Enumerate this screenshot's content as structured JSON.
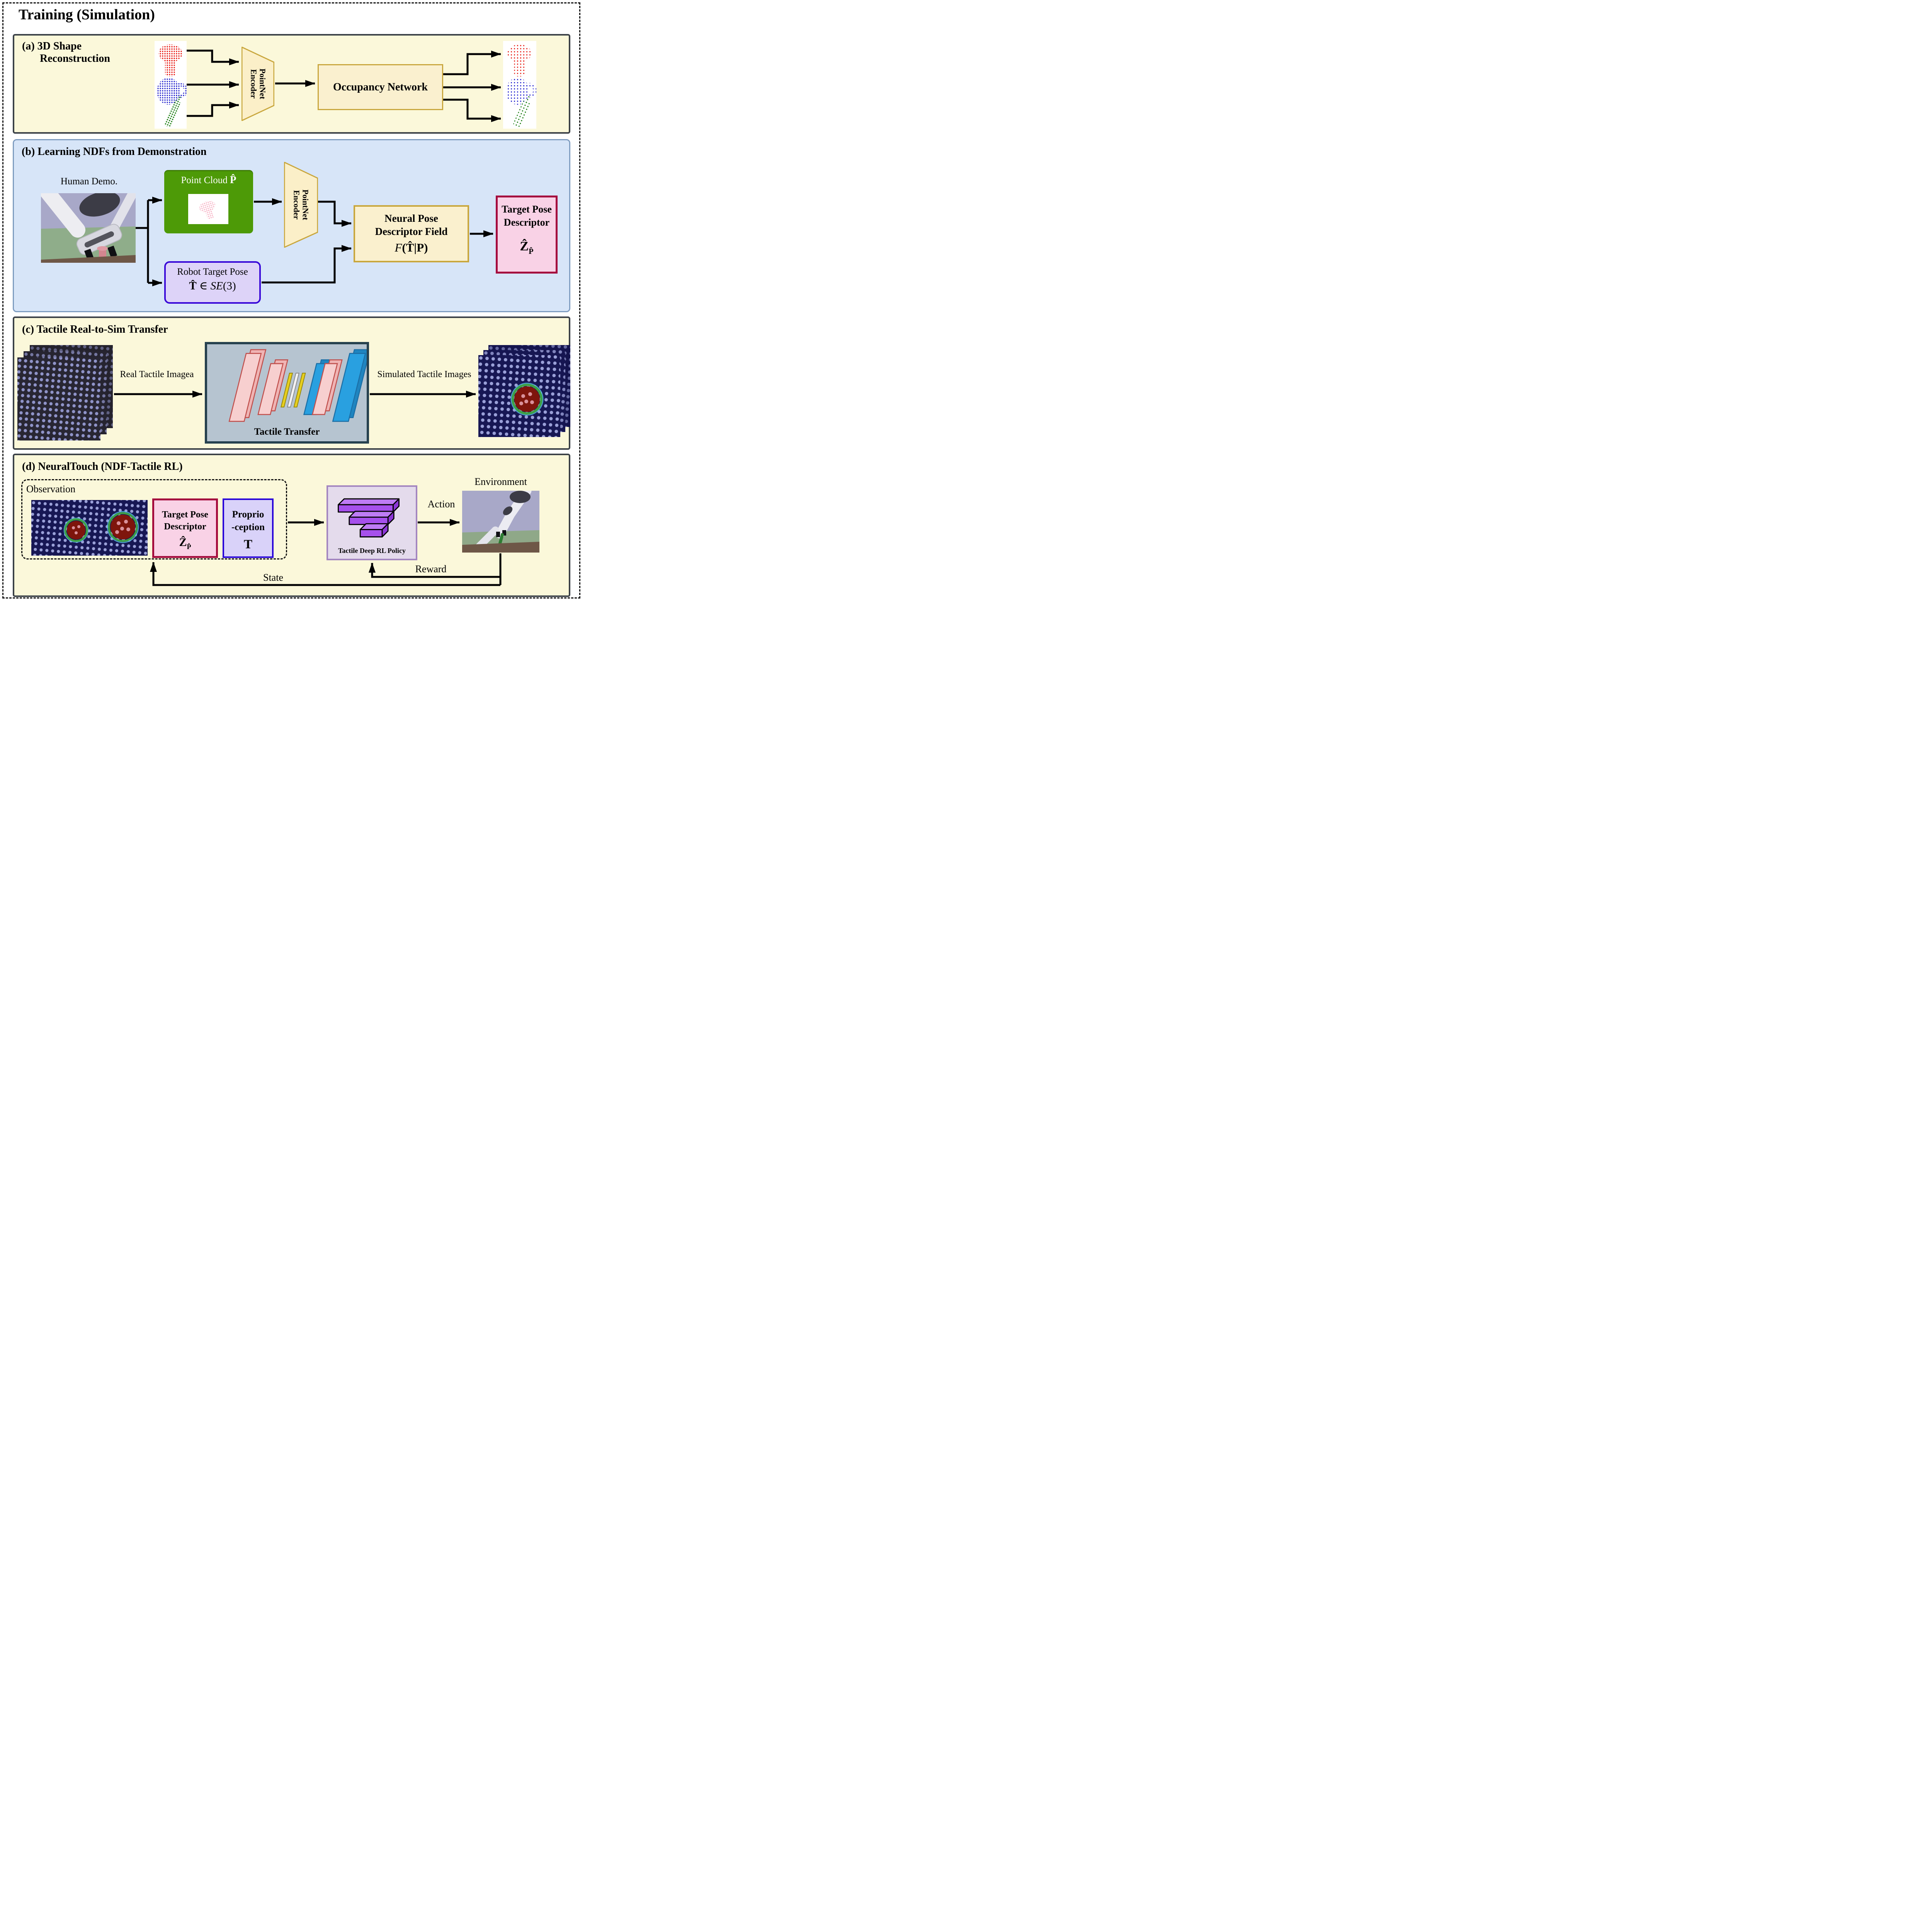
{
  "title": "Training (Simulation)",
  "panel_a": {
    "label_line1": "(a) 3D Shape",
    "label_line2": "Reconstruction",
    "pointnet_line1": "PointNet",
    "pointnet_line2": "Encoder",
    "occupancy": "Occupancy Network"
  },
  "panel_b": {
    "label": "(b) Learning NDFs from Demonstration",
    "human_demo": "Human Demo.",
    "point_cloud": "Point Cloud",
    "point_cloud_math": "P̂",
    "robot_pose": "Robot Target Pose",
    "rtp_t": "T̂",
    "rtp_in": " ∈ ",
    "rtp_se": "SE",
    "rtp_rest": "(3)",
    "pointnet_line1": "PointNet",
    "pointnet_line2": "Encoder",
    "ndf_line1": "Neural Pose",
    "ndf_line2": "Descriptor Field",
    "ndf_f": "F",
    "ndf_rest": "(T̂|P)",
    "tpd_line1": "Target Pose",
    "tpd_line2": "Descriptor",
    "tpd_math": "Ẑ",
    "tpd_sub": "P̂"
  },
  "panel_c": {
    "label": "(c)  Tactile Real-to-Sim Transfer",
    "real_images": "Real Tactile Imagea",
    "transfer": "Tactile Transfer",
    "sim_images": "Simulated Tactile Images"
  },
  "panel_d": {
    "label": "(d)  NeuralTouch (NDF-Tactile RL)",
    "observation": "Observation",
    "tpd_line1": "Target Pose",
    "tpd_line2": "Descriptor",
    "tpd_math": "Ẑ",
    "tpd_sub": "P̂",
    "proprio_line1": "Proprio",
    "proprio_line2": "-ception",
    "proprio_math": "T",
    "policy": "Tactile Deep RL Policy",
    "environment": "Environment",
    "action": "Action",
    "reward": "Reward",
    "state": "State"
  },
  "colors": {
    "panel_yellow": "#FBF8DA",
    "panel_blue": "#D7E5F8",
    "gold_border": "#C9A73E",
    "cream_box": "#FAF0CF",
    "green_box": "#4D9A07",
    "purple_box_border": "#3807D8",
    "pink_box_fill": "#F9D2E6",
    "pink_box_border": "#A50D3F",
    "policy_fill": "#E4DBEC",
    "transfer_fill": "#B6C4D0",
    "transfer_border": "#27424F",
    "pc_red": "#E8140C",
    "pc_blue": "#2222CC",
    "pc_green": "#1B7E12",
    "slab_purple": "#A650EC",
    "tactile_navy": "#171754"
  }
}
